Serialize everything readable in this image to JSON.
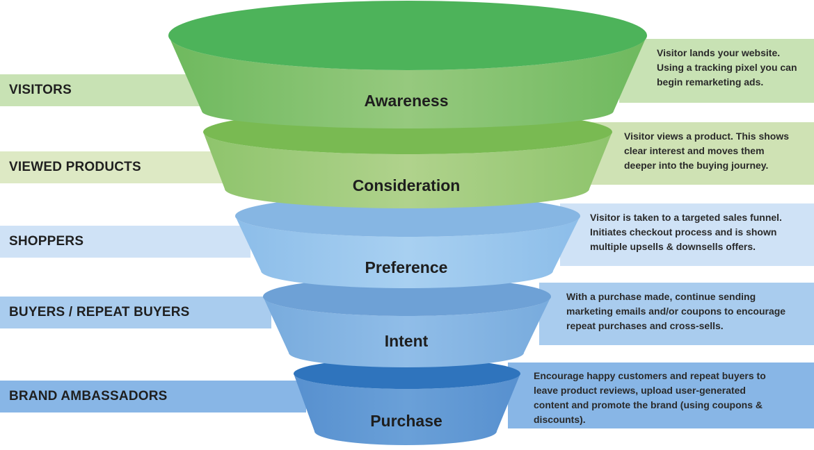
{
  "stages": [
    {
      "name": "Awareness",
      "audience": "VISITORS",
      "description": [
        "Visitor lands your website.",
        "Using a tracking pixel you can",
        "begin remarketing ads."
      ],
      "colors": {
        "top": "#4db35a",
        "body": "#96c97e",
        "body_dark": "#6eb95e",
        "band": "#c8e2b4"
      }
    },
    {
      "name": "Consideration",
      "audience": "VIEWED PRODUCTS",
      "description": [
        "Visitor views a product. This shows",
        "clear interest and moves them",
        "deeper into the buying journey."
      ],
      "colors": {
        "top": "#79ba52",
        "body": "#b0d28c",
        "body_dark": "#8ec46c",
        "band": "#dde9c4"
      }
    },
    {
      "name": "Preference",
      "audience": "SHOPPERS",
      "description": [
        "Visitor is taken to a targeted sales funnel.",
        "Initiates checkout process and is shown",
        "multiple upsells & downsells offers."
      ],
      "colors": {
        "top": "#86b6e3",
        "body": "#a8d0f1",
        "body_dark": "#8cbde9",
        "band": "#cfe2f6"
      }
    },
    {
      "name": "Intent",
      "audience": "BUYERS / REPEAT BUYERS",
      "description": [
        "With a purchase made, continue sending",
        "marketing emails and/or coupons to encourage",
        "repeat purchases and cross-sells."
      ],
      "colors": {
        "top": "#6ea1d6",
        "body": "#90bde8",
        "body_dark": "#78abdd",
        "band": "#a9ccee"
      }
    },
    {
      "name": "Purchase",
      "audience": "BRAND AMBASSADORS",
      "description": [
        "Encourage happy customers and repeat buyers to",
        "leave product reviews, upload user-generated",
        "content and promote the brand (using coupons &",
        "discounts)."
      ],
      "colors": {
        "top": "#2f74bd",
        "body": "#6aa0d8",
        "body_dark": "#5790cf",
        "band": "#88b6e6"
      }
    }
  ]
}
